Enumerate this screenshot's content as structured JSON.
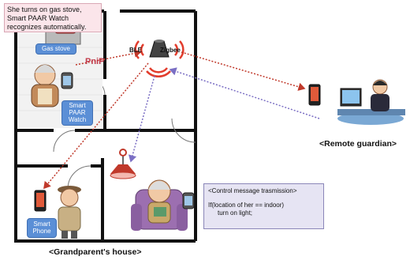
{
  "callout": {
    "line1": "She turns on gas stove,",
    "line2": "Smart PAAR Watch",
    "line3": "recognizes automatically."
  },
  "labels": {
    "gas_stove": "Gas stove",
    "pnip": "PniP",
    "ble": "BLE",
    "zigbee": "Zigbee",
    "watch_line1": "Smart",
    "watch_line2": "PAAR",
    "watch_line3": "Watch",
    "phone_line1": "Smart",
    "phone_line2": "Phone"
  },
  "control_box": {
    "title": "<Control message trasmission>",
    "line1": "If(location of her == indoor)",
    "line2": "turn on light;"
  },
  "captions": {
    "remote": "<Remote guardian>",
    "house": "<Grandparent's house>"
  },
  "colors": {
    "wall": "#111111",
    "red_arrow": "#c0392b",
    "purple_arrow": "#7b6fc4",
    "callout_bg": "#fbe5ea",
    "tag_blue": "#5b8fd6",
    "control_bg": "#e6e4f3"
  }
}
